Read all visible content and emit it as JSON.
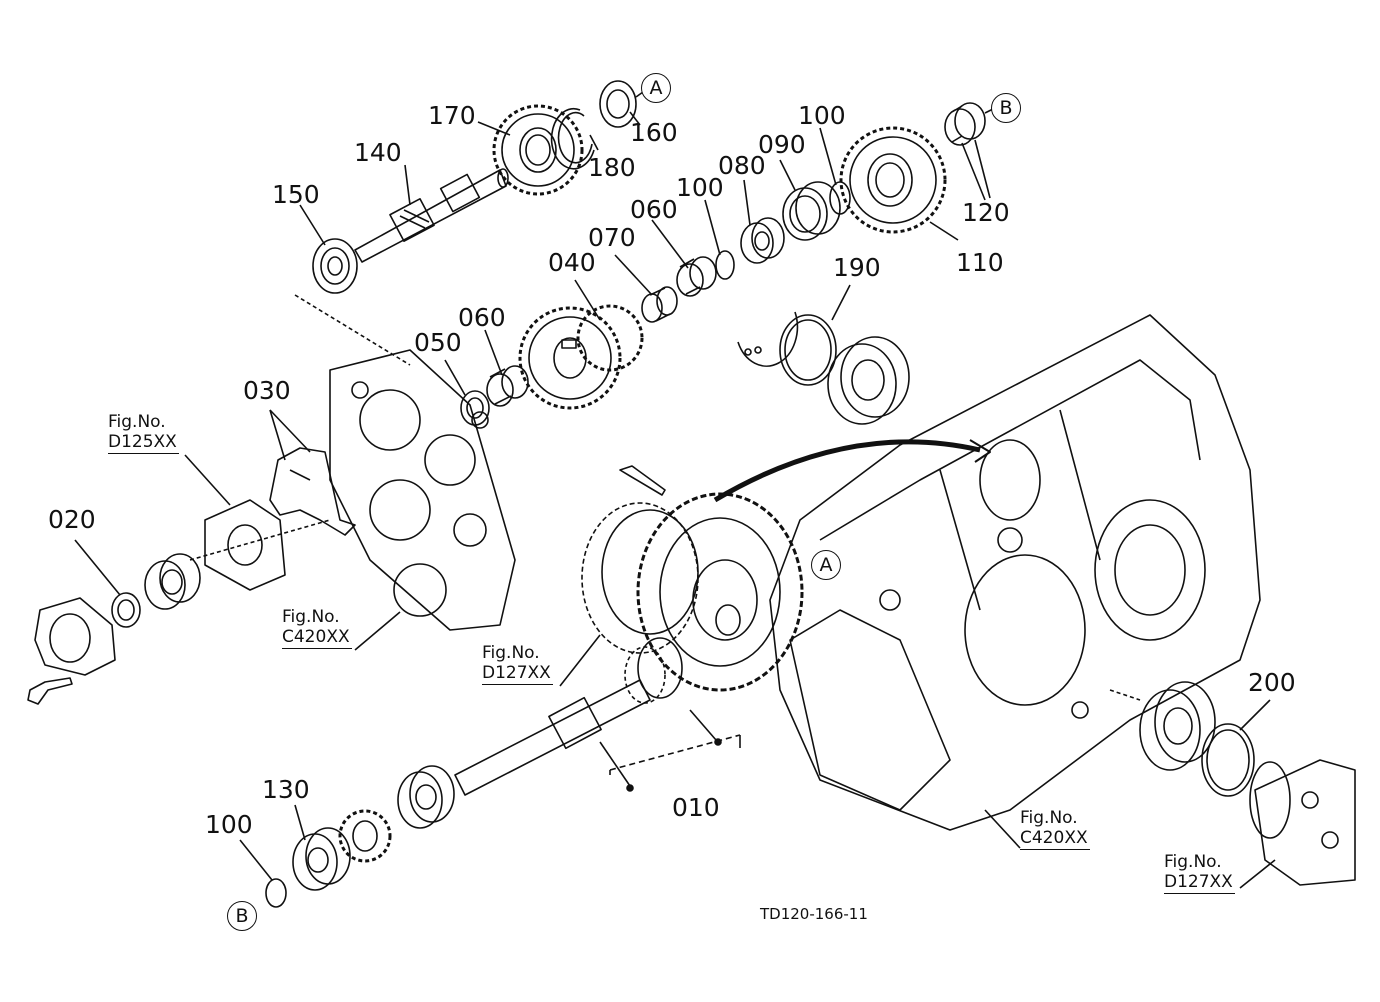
{
  "diagram": {
    "drawing_ref": "TD120-166-11",
    "parts": [
      {
        "id": "p170",
        "label": "170"
      },
      {
        "id": "p160",
        "label": "160"
      },
      {
        "id": "p180",
        "label": "180"
      },
      {
        "id": "p140",
        "label": "140"
      },
      {
        "id": "p150",
        "label": "150"
      },
      {
        "id": "p100a",
        "label": "100"
      },
      {
        "id": "p090",
        "label": "090"
      },
      {
        "id": "p080",
        "label": "080"
      },
      {
        "id": "p100b",
        "label": "100"
      },
      {
        "id": "p060a",
        "label": "060"
      },
      {
        "id": "p070",
        "label": "070"
      },
      {
        "id": "p040",
        "label": "040"
      },
      {
        "id": "p110",
        "label": "110"
      },
      {
        "id": "p120",
        "label": "120"
      },
      {
        "id": "p190",
        "label": "190"
      },
      {
        "id": "p060b",
        "label": "060"
      },
      {
        "id": "p050",
        "label": "050"
      },
      {
        "id": "p030",
        "label": "030"
      },
      {
        "id": "p020",
        "label": "020"
      },
      {
        "id": "p010",
        "label": "010"
      },
      {
        "id": "p130",
        "label": "130"
      },
      {
        "id": "p100c",
        "label": "100"
      },
      {
        "id": "p200",
        "label": "200"
      }
    ],
    "fig_refs": [
      {
        "id": "f1",
        "prefix": "Fig.No.",
        "code": "D125XX"
      },
      {
        "id": "f2",
        "prefix": "Fig.No.",
        "code": "C420XX"
      },
      {
        "id": "f3",
        "prefix": "Fig.No.",
        "code": "D127XX"
      },
      {
        "id": "f4",
        "prefix": "Fig.No.",
        "code": "C420XX"
      },
      {
        "id": "f5",
        "prefix": "Fig.No.",
        "code": "D127XX"
      }
    ],
    "markers": [
      {
        "id": "mA1",
        "letter": "A"
      },
      {
        "id": "mB1",
        "letter": "B"
      },
      {
        "id": "mA2",
        "letter": "A"
      },
      {
        "id": "mB2",
        "letter": "B"
      }
    ]
  }
}
